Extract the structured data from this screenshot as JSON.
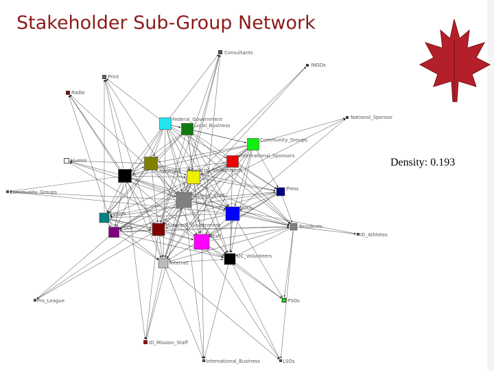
{
  "title": "Stakeholder Sub-Group Network",
  "density_text": "Density: 0.193",
  "icons": {
    "leaf": "maple-leaf-icon"
  },
  "network": {
    "nodes": [
      {
        "id": "consultants",
        "label": "Consultants",
        "color": "#555555"
      },
      {
        "id": "ingos",
        "label": "INGOs",
        "color": "#333333"
      },
      {
        "id": "print",
        "label": "Print",
        "color": "#666666"
      },
      {
        "id": "radio",
        "label": "Radio",
        "color": "#8b0000"
      },
      {
        "id": "national_sponsor",
        "label": "National_Sponsor",
        "color": "#333333"
      },
      {
        "id": "federal_government",
        "label": "Federal_Government",
        "color": "#22e5ee"
      },
      {
        "id": "local_business",
        "label": "Local_Business",
        "color": "#0f7a0f"
      },
      {
        "id": "community_groups_a",
        "label": "Community_Groups",
        "color": "#11ee11"
      },
      {
        "id": "international_sponsors",
        "label": "International_Sponsors",
        "color": "#ee0000"
      },
      {
        "id": "alumni",
        "label": "Alumni",
        "color": "#ffffff"
      },
      {
        "id": "community_groups_b",
        "label": "Community_Groups",
        "color": "#555555"
      },
      {
        "id": "black_node",
        "label": "",
        "color": "#000000"
      },
      {
        "id": "olive_node",
        "label": "Sponsors",
        "color": "#808000"
      },
      {
        "id": "provincial_government_top",
        "label": "Provincial_Government",
        "color": "#eeee00"
      },
      {
        "id": "support_staff",
        "label": "Support_Staff",
        "color": "#808080"
      },
      {
        "id": "press",
        "label": "Press",
        "color": "#000080"
      },
      {
        "id": "ngos",
        "label": "NGOs",
        "color": "#0000ff"
      },
      {
        "id": "events",
        "label": "Events",
        "color": "#008080"
      },
      {
        "id": "psos",
        "label": "PSOs",
        "color": "#800080"
      },
      {
        "id": "municipal_government",
        "label": "Municipal_Government",
        "color": "#800000"
      },
      {
        "id": "staff",
        "label": "Staff",
        "color": "#ff00ff"
      },
      {
        "id": "residents",
        "label": "Residents",
        "color": "#808080"
      },
      {
        "id": "id_athletes",
        "label": "ID_Athletes",
        "color": "#555555"
      },
      {
        "id": "internet",
        "label": "Internet",
        "color": "#bbbbbb"
      },
      {
        "id": "oc_volunteers",
        "label": "OC_Volunteers",
        "color": "#000000"
      },
      {
        "id": "psos_b",
        "label": "PSOs",
        "color": "#22cc22"
      },
      {
        "id": "pro_league",
        "label": "Pro_League",
        "color": "#555555"
      },
      {
        "id": "id_mission_staff",
        "label": "ID_Mission_Staff",
        "color": "#aa0000"
      },
      {
        "id": "international_business",
        "label": "International_Business",
        "color": "#555555"
      },
      {
        "id": "lsos",
        "label": "LSOs",
        "color": "#555555"
      }
    ]
  }
}
